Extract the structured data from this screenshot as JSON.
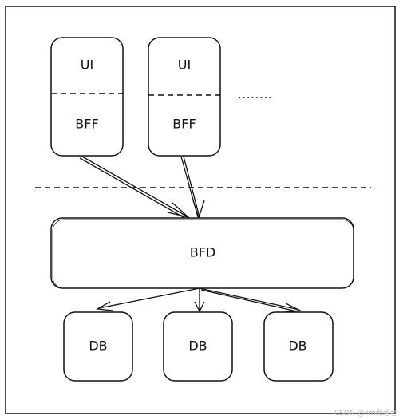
{
  "diagram": {
    "clients": [
      {
        "ui_label": "UI",
        "bff_label": "BFF"
      },
      {
        "ui_label": "UI",
        "bff_label": "BFF"
      }
    ],
    "more_clients_label": "........",
    "bfd_label": "BFD",
    "databases": [
      "DB",
      "DB",
      "DB"
    ],
    "watermark": "CSDN @hm和道者"
  }
}
